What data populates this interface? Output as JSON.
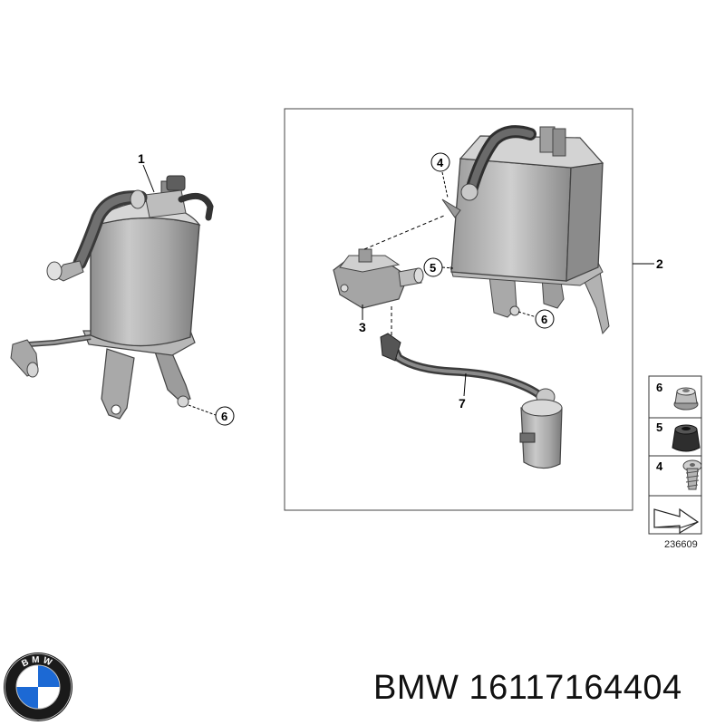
{
  "callouts": {
    "c1": "1",
    "c2": "2",
    "c3": "3",
    "c4": "4",
    "c5": "5",
    "c6a": "6",
    "c6b": "6",
    "c7": "7"
  },
  "legend": {
    "items": [
      {
        "number": "6",
        "icon": "nut-icon"
      },
      {
        "number": "5",
        "icon": "rubber-grommet-icon"
      },
      {
        "number": "4",
        "icon": "screw-icon"
      }
    ],
    "direction_icon": "arrow-forward-icon"
  },
  "figure_number": "236609",
  "caption": {
    "brand": "BMW",
    "part_number": "16117164404"
  },
  "logo": {
    "text": "BMW",
    "icon": "bmw-roundel-icon",
    "colors": {
      "blue": "#1c69d4",
      "ring": "#1a1a1a",
      "white": "#ffffff"
    }
  }
}
